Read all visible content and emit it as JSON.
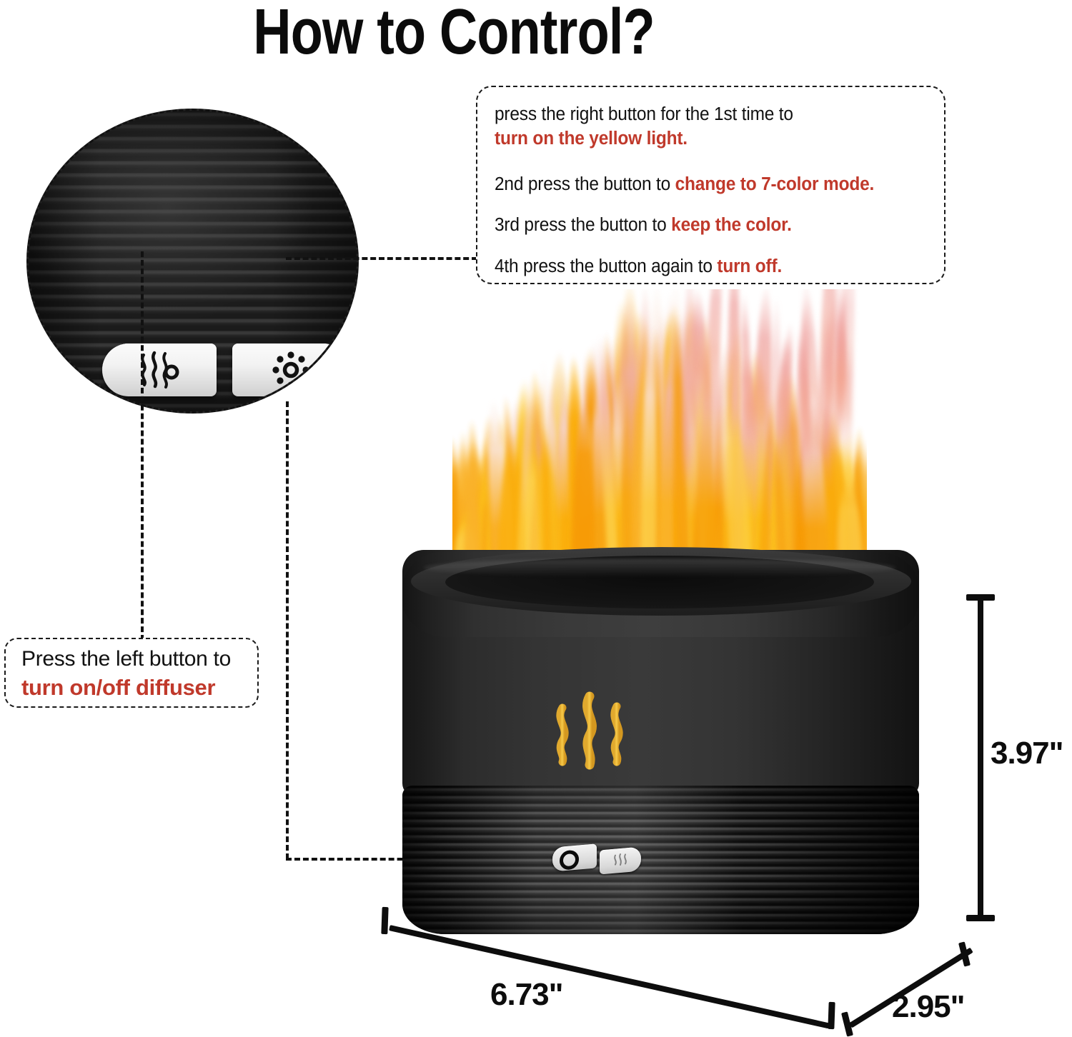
{
  "title": "How to Control?",
  "instructions": {
    "line1_a": "press the right button for the 1st time to",
    "line1_b": "turn on the yellow light.",
    "line2_a": "2nd press the button to ",
    "line2_b": "change to 7-color mode.",
    "line3_a": "3rd press the button to ",
    "line3_b": "keep the color.",
    "line4_a": "4th press the button again to ",
    "line4_b": "turn off."
  },
  "left_button_callout": {
    "line1": "Press the left button to",
    "line2": "turn on/off diffuser"
  },
  "dimensions": {
    "height": "3.97\"",
    "width": "6.73\"",
    "depth": "2.95\""
  },
  "icons": {
    "mist": "mist-waves-icon",
    "light": "sun-light-icon"
  },
  "colors": {
    "accent_red": "#c0392b",
    "flame_orange": "#F9A208",
    "flame_yellow": "#FCC21B",
    "mist_yellow": "#F0C040",
    "body_black": "#2c2c2c",
    "text_black": "#111111"
  }
}
